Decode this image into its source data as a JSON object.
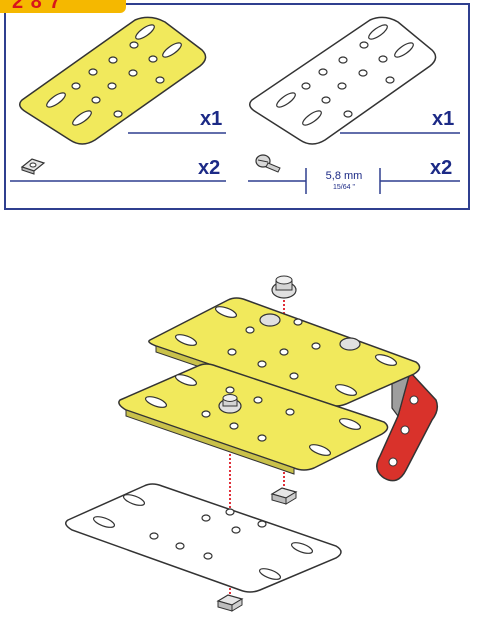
{
  "step": {
    "label": "2 8 7"
  },
  "parts": {
    "plate_yellow": {
      "qty": "x1"
    },
    "plate_white": {
      "qty": "x1"
    },
    "nut": {
      "qty": "x2"
    },
    "bolt": {
      "qty": "x2",
      "length_mm": "5,8 mm",
      "length_in": "15/64 \""
    }
  },
  "colors": {
    "frame": "#2f3f8f",
    "text": "#1c2a86",
    "plate_yellow": "#f1e95c",
    "bracket_red": "#d9322b",
    "guide_line": "#e0303a",
    "badge": "#f5b800"
  }
}
